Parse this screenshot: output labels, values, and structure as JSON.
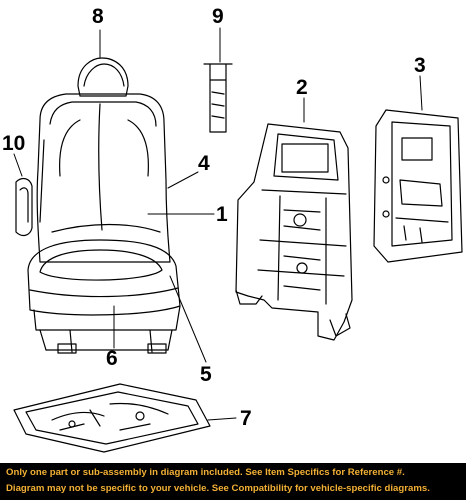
{
  "diagram": {
    "callouts": [
      {
        "id": "8",
        "text": "8"
      },
      {
        "id": "9",
        "text": "9"
      },
      {
        "id": "3",
        "text": "3"
      },
      {
        "id": "2",
        "text": "2"
      },
      {
        "id": "10",
        "text": "10"
      },
      {
        "id": "4",
        "text": "4"
      },
      {
        "id": "1",
        "text": "1"
      },
      {
        "id": "6",
        "text": "6"
      },
      {
        "id": "5",
        "text": "5"
      },
      {
        "id": "7",
        "text": "7"
      }
    ]
  },
  "footer": {
    "line1": "Only one part or sub-assembly in diagram included. See Item Specifics for Reference #.",
    "line2": "Diagram may not be specific to your vehicle. See Compatibility for vehicle-specific diagrams.",
    "text_color": "#f2b035",
    "background": "#000000"
  }
}
